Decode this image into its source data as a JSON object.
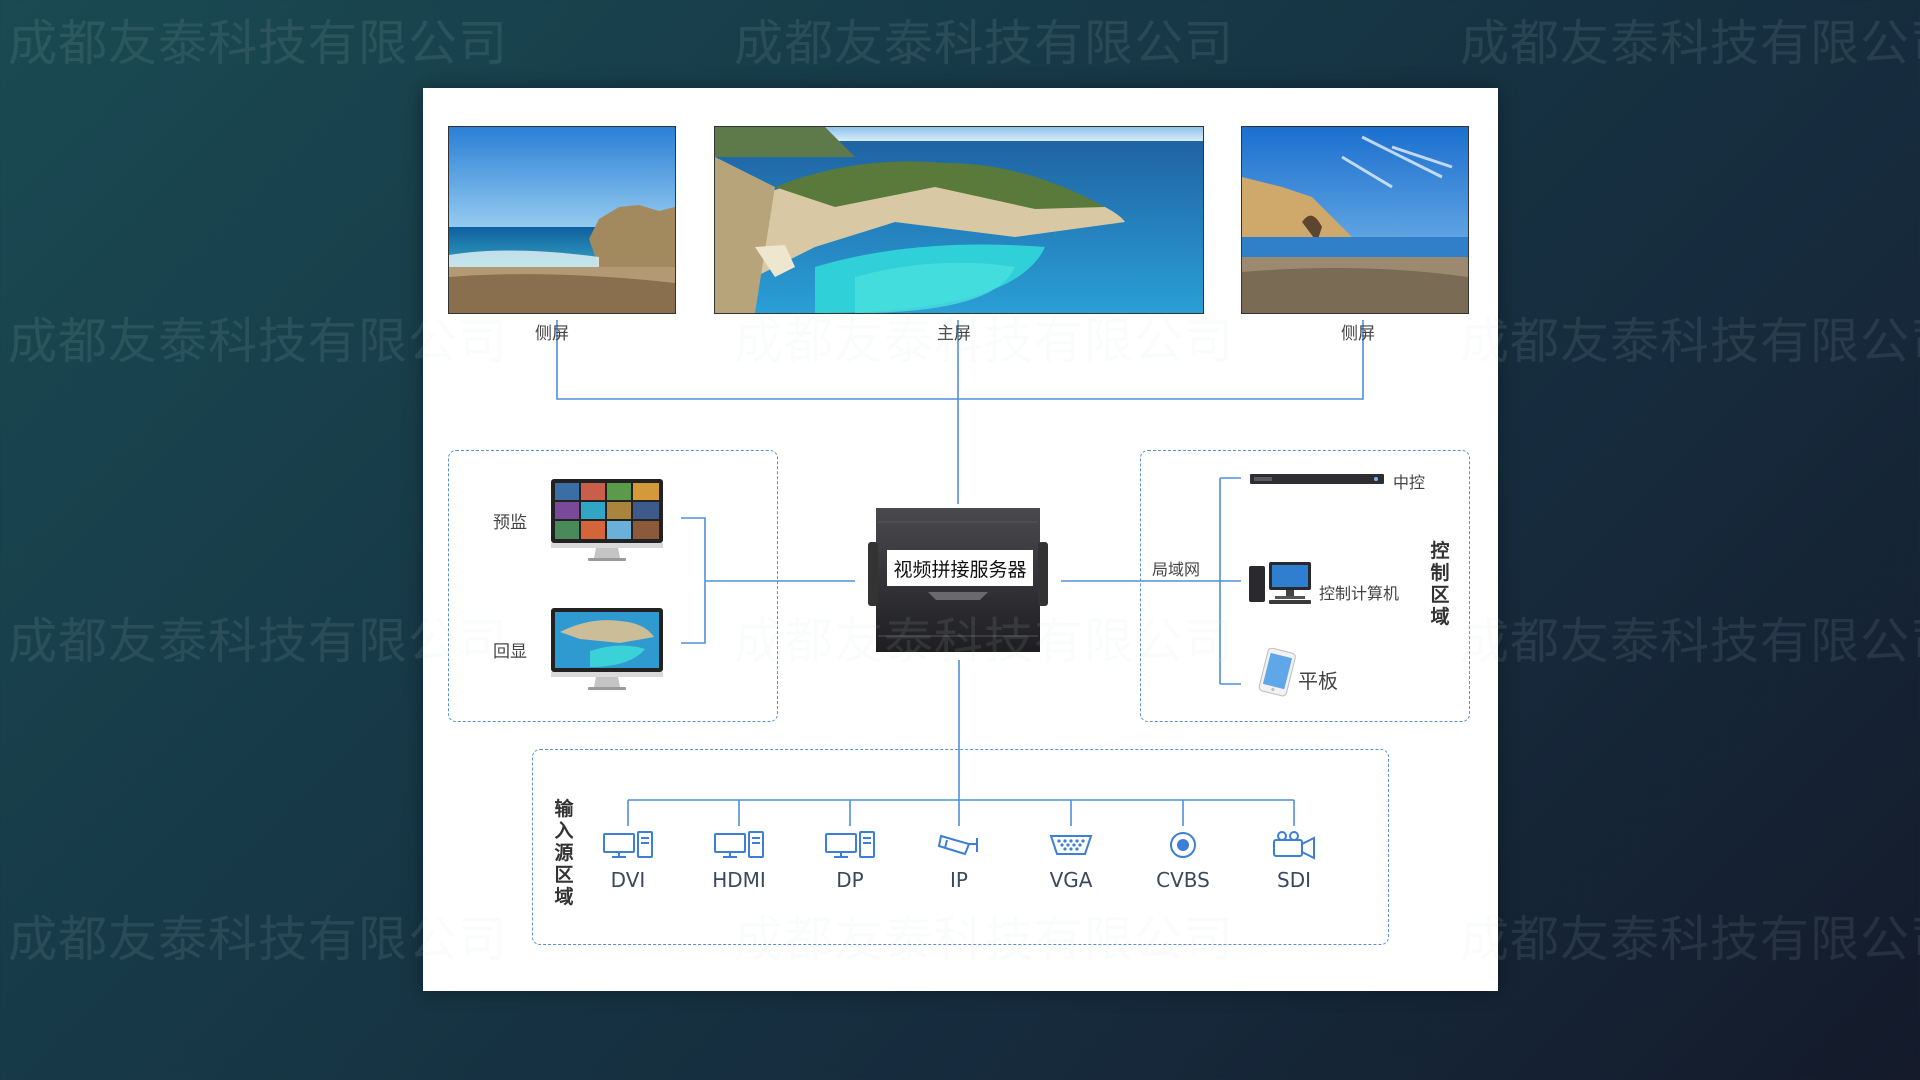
{
  "watermark": "成都友泰科技有限公司",
  "displays": {
    "left_label": "侧屏",
    "main_label": "主屏",
    "right_label": "侧屏"
  },
  "server": {
    "label": "视频拼接服务器"
  },
  "monitoring": {
    "preview_label": "预监",
    "echo_label": "回显"
  },
  "control": {
    "area_label": "控制区域",
    "lan_label": "局域网",
    "central_label": "中控",
    "pc_label": "控制计算机",
    "tablet_label": "平板"
  },
  "inputs": {
    "area_label": "输入源区域",
    "sources": [
      {
        "name": "DVI",
        "icon": "monitor-pc-icon"
      },
      {
        "name": "HDMI",
        "icon": "monitor-pc-icon"
      },
      {
        "name": "DP",
        "icon": "monitor-pc-icon"
      },
      {
        "name": "IP",
        "icon": "ip-camera-icon"
      },
      {
        "name": "VGA",
        "icon": "vga-port-icon"
      },
      {
        "name": "CVBS",
        "icon": "cvbs-port-icon"
      },
      {
        "name": "SDI",
        "icon": "video-camera-icon"
      }
    ]
  },
  "colors": {
    "line": "#4f8fd8",
    "dash": "#5b8fd0",
    "icon": "#3d7fd6"
  }
}
